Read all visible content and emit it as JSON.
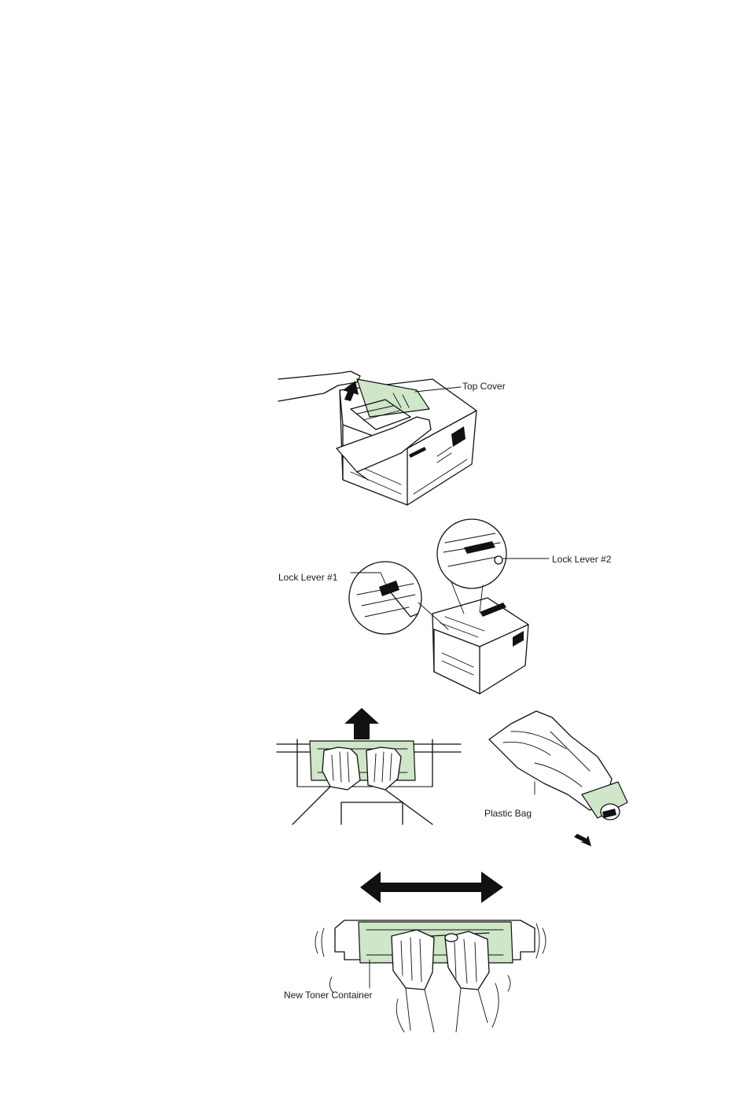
{
  "colors": {
    "background": "#ffffff",
    "line": "#111111",
    "highlight": "#cfe6c8"
  },
  "figures": {
    "top_cover": {
      "label": "Top Cover"
    },
    "lock_levers": {
      "label_1": "Lock Lever #1",
      "label_2": "Lock Lever #2"
    },
    "remove_container": {},
    "plastic_bag": {
      "label": "Plastic Bag"
    },
    "shake_toner": {
      "label": "New Toner Container"
    }
  }
}
